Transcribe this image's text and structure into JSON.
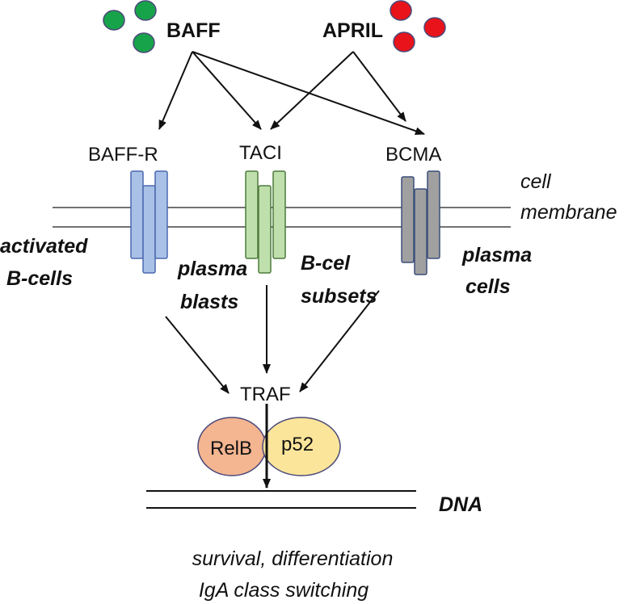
{
  "ligands": {
    "baff": {
      "label": "BAFF",
      "color": "#17a34a"
    },
    "april": {
      "label": "APRIL",
      "color": "#e8131b"
    }
  },
  "receptors": {
    "baffr": {
      "label": "BAFF-R",
      "color": "#a9c1e6"
    },
    "taci": {
      "label": "TACI",
      "color": "#bfe0ad"
    },
    "bcma": {
      "label": "BCMA",
      "color": "#a0a0a0"
    }
  },
  "membrane": {
    "label_line1": "cell",
    "label_line2": "membrane"
  },
  "cell_types": {
    "activated_line1": "activated",
    "activated_line2": "B-cells",
    "plasmablasts_line1": "plasma",
    "plasmablasts_line2": "blasts",
    "bcell_subsets_line1": "B-cel",
    "bcell_subsets_line2": "subsets",
    "plasma_cells_line1": "plasma",
    "plasma_cells_line2": "cells"
  },
  "signaling": {
    "traf": "TRAF",
    "relb": {
      "label": "RelB",
      "color": "#f4b591"
    },
    "p52": {
      "label": "p52",
      "color": "#fbe59a"
    }
  },
  "dna": {
    "label": "DNA"
  },
  "outcome": {
    "line1": "survival, differentiation",
    "line2": "IgA class switching"
  }
}
